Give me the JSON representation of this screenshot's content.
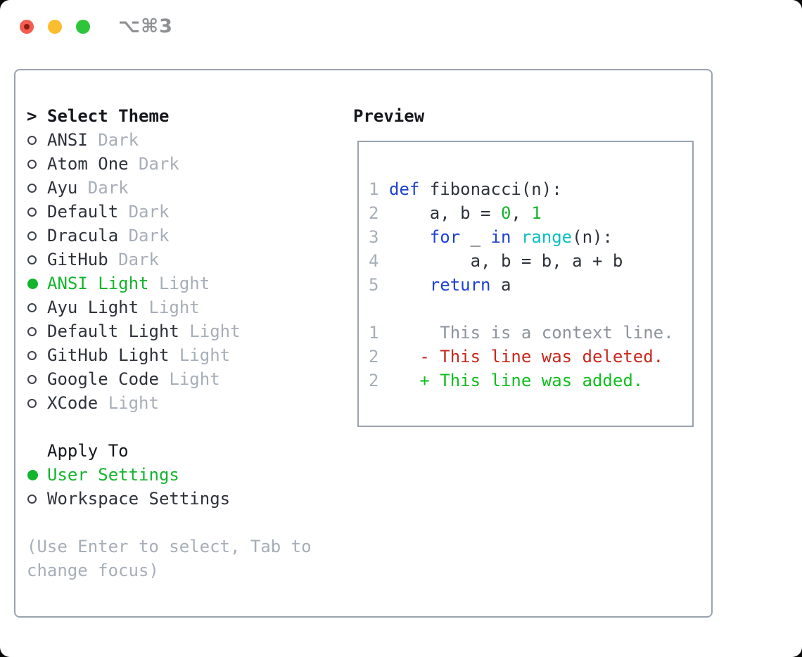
{
  "window": {
    "shortcut": "⌥⌘3",
    "traffic_lights": [
      "close",
      "minimize",
      "zoom"
    ]
  },
  "theme_panel": {
    "title": "Select Theme",
    "title_marker": ">",
    "themes": [
      {
        "name": "ANSI",
        "variant": "Dark",
        "selected": false
      },
      {
        "name": "Atom One",
        "variant": "Dark",
        "selected": false
      },
      {
        "name": "Ayu",
        "variant": "Dark",
        "selected": false
      },
      {
        "name": "Default",
        "variant": "Dark",
        "selected": false
      },
      {
        "name": "Dracula",
        "variant": "Dark",
        "selected": false
      },
      {
        "name": "GitHub",
        "variant": "Dark",
        "selected": false
      },
      {
        "name": "ANSI Light",
        "variant": "Light",
        "selected": true
      },
      {
        "name": "Ayu Light",
        "variant": "Light",
        "selected": false
      },
      {
        "name": "Default Light",
        "variant": "Light",
        "selected": false
      },
      {
        "name": "GitHub Light",
        "variant": "Light",
        "selected": false
      },
      {
        "name": "Google Code",
        "variant": "Light",
        "selected": false
      },
      {
        "name": "XCode",
        "variant": "Light",
        "selected": false
      }
    ],
    "apply_to": {
      "label": "Apply To",
      "options": [
        {
          "name": "User Settings",
          "selected": true
        },
        {
          "name": "Workspace Settings",
          "selected": false
        }
      ]
    },
    "help_text": "(Use Enter to select, Tab to change focus)"
  },
  "preview": {
    "label": "Preview",
    "code_lines": [
      {
        "num": "1",
        "tokens": [
          {
            "text": "def",
            "type": "keyword"
          },
          {
            "text": " fibonacci(n):",
            "type": "plain"
          }
        ]
      },
      {
        "num": "2",
        "tokens": [
          {
            "text": "    a, b = ",
            "type": "plain"
          },
          {
            "text": "0",
            "type": "literal"
          },
          {
            "text": ", ",
            "type": "plain"
          },
          {
            "text": "1",
            "type": "literal"
          }
        ]
      },
      {
        "num": "3",
        "tokens": [
          {
            "text": "    ",
            "type": "plain"
          },
          {
            "text": "for",
            "type": "keyword"
          },
          {
            "text": " _ ",
            "type": "plain"
          },
          {
            "text": "in",
            "type": "keyword"
          },
          {
            "text": " ",
            "type": "plain"
          },
          {
            "text": "range",
            "type": "function"
          },
          {
            "text": "(n):",
            "type": "plain"
          }
        ]
      },
      {
        "num": "4",
        "tokens": [
          {
            "text": "        a, b = b, a + b",
            "type": "plain"
          }
        ]
      },
      {
        "num": "5",
        "tokens": [
          {
            "text": "    ",
            "type": "plain"
          },
          {
            "text": "return",
            "type": "keyword"
          },
          {
            "text": " a",
            "type": "plain"
          }
        ]
      }
    ],
    "diff_lines": [
      {
        "num": "1",
        "type": "context",
        "text": "     This is a context line."
      },
      {
        "num": "2",
        "type": "deleted",
        "text": "   - This line was deleted."
      },
      {
        "num": "2",
        "type": "added",
        "text": "   + This line was added."
      }
    ]
  },
  "colors": {
    "selection_green": "#13b52c",
    "keyword_blue": "#1b41d6",
    "function_cyan": "#0abfc5",
    "literal_green": "#13b52c",
    "deleted_red": "#c9271d",
    "added_green": "#0fbe1d",
    "muted_gray": "#a6aeb9",
    "context_gray": "#8d939c",
    "border_gray": "#9aa3ae",
    "traffic_red": "#f45c51",
    "traffic_yellow": "#f9bd2f",
    "traffic_green": "#2fc53b"
  }
}
